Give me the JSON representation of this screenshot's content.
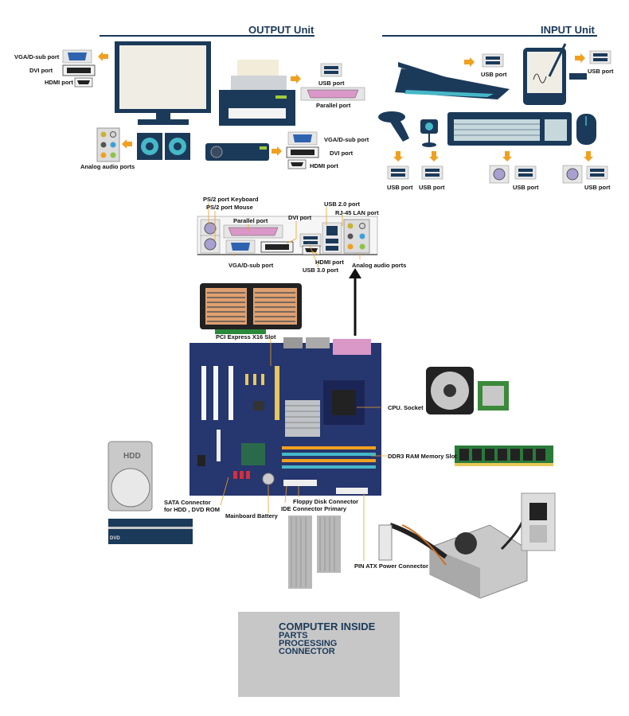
{
  "headers": {
    "output": "OUTPUT Unit",
    "input": "INPUT Unit"
  },
  "labels": {
    "vga_out": "VGA/D-sub port",
    "dvi_out": "DVI port",
    "hdmi_out": "HDMI port",
    "usb_printer": "USB port",
    "parallel_printer": "Parallel port",
    "analog_audio_out": "Analog audio ports",
    "vga_proj": "VGA/D-sub port",
    "dvi_proj": "DVI port",
    "hdmi_proj": "HDMI port",
    "usb_scanner": "USB port",
    "usb_tablet": "USB port",
    "usb_joystick": "USB port",
    "usb_webcam": "USB port",
    "usb_keyboard": "USB port",
    "usb_mouse": "USB port",
    "io_ps2_kb": "PS/2 port Keyboard",
    "io_ps2_mouse": "PS/2 port Mouse",
    "io_parallel": "Parallel port",
    "io_dvi": "DVI port",
    "io_usb2": "USB 2.0 port",
    "io_rj45": "RJ-45 LAN port",
    "io_vga": "VGA/D-sub port",
    "io_hdmi": "HDMI port",
    "io_usb3": "USB 3.0 port",
    "io_audio": "Analog audio ports",
    "pcie": "PCI Express X16 Slot",
    "cpu": "CPU. Socket",
    "ram": "DDR3 RAM Memory Slot",
    "sata": "SATA Connector\nfor HDD , DVD ROM",
    "battery": "Mainboard Battery",
    "floppy": "Floppy Disk Connector",
    "ide": "IDE Connector Primary",
    "atx": "PIN ATX Power Connector",
    "hdd_text": "HDD",
    "dvd_text": "DVD"
  },
  "title": {
    "line1": "COMPUTER INSIDE",
    "line2": "PARTS",
    "line3": "PROCESSING",
    "line4": "CONNECTOR"
  },
  "colors": {
    "navy": "#1b3a5a",
    "arrow": "#f0a020",
    "board": "#26366e"
  }
}
